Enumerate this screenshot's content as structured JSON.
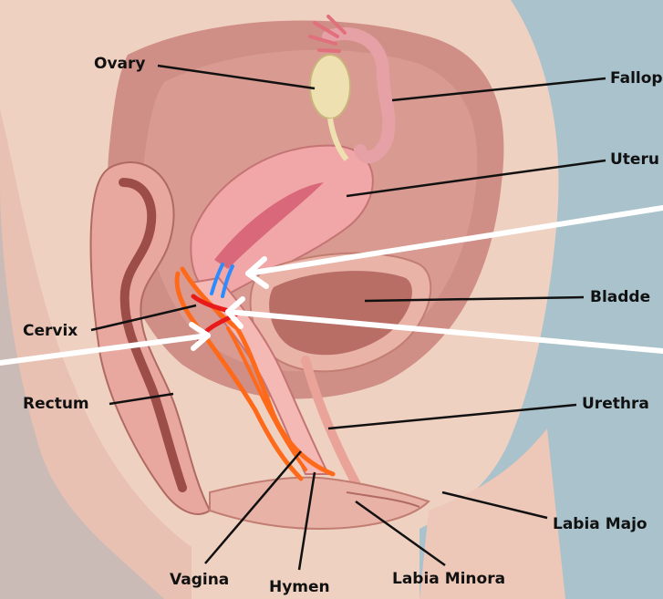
{
  "diagram": {
    "labels": {
      "ovary": "Ovary",
      "fallopian": "Fallop",
      "uterus": "Uteru",
      "bladder": "Bladde",
      "cervix": "Cervix",
      "rectum": "Rectum",
      "urethra": "Urethra",
      "labia_majora": "Labia Majo",
      "vagina": "Vagina",
      "hymen": "Hymen",
      "labia_minora": "Labia Minora"
    },
    "colors": {
      "background": "#a9c2cc",
      "body_skin": "#efd1c2",
      "cavity": "#c98b83",
      "organ_pink": "#f0a9a9",
      "ovary": "#eee0b0",
      "orange_marker": "#ff6a1a",
      "red_marker": "#e81a1a",
      "blue_marker": "#2a8cff",
      "white_arrow": "#ffffff"
    }
  }
}
